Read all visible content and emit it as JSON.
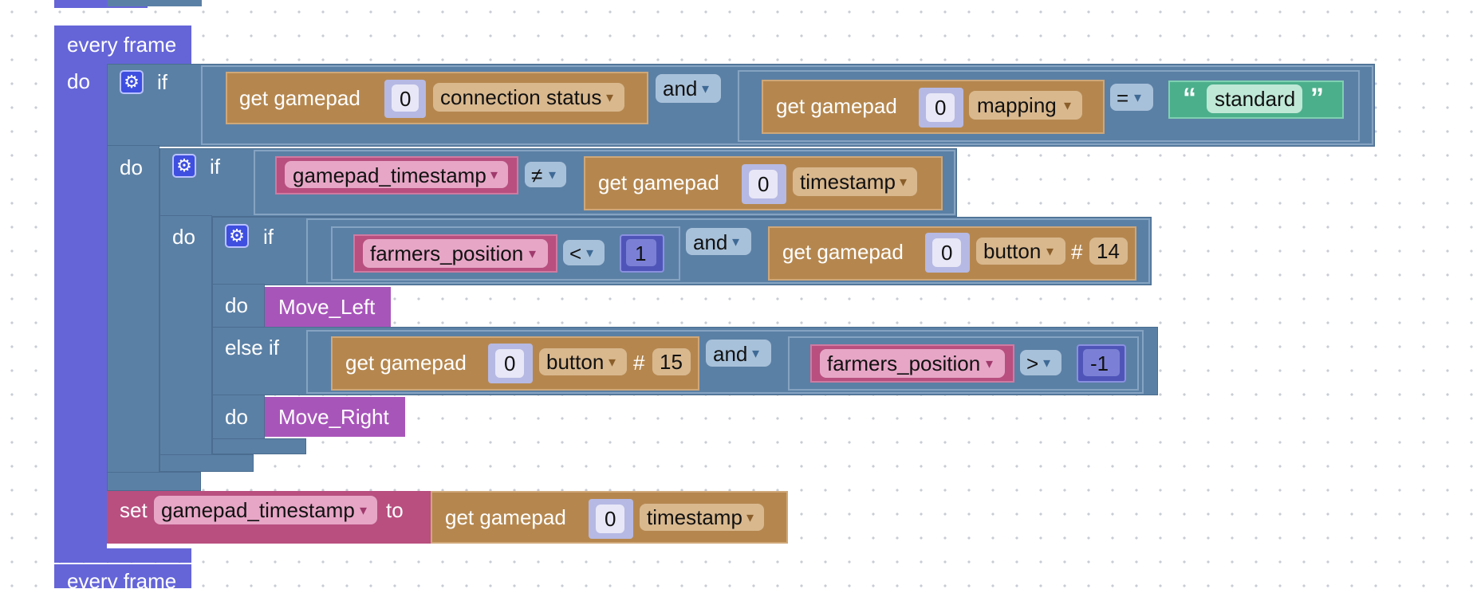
{
  "events": {
    "every_frame_label": "every frame",
    "do_label": "do"
  },
  "icons": {
    "gear": "⚙",
    "dropdown": "▾",
    "open_quote": "“",
    "close_quote": "”"
  },
  "if1": {
    "if_label": "if",
    "do_label": "do",
    "cond_a": {
      "block": "get gamepad",
      "index": "0",
      "prop": "connection status"
    },
    "op_and": "and",
    "cond_b": {
      "block": "get gamepad",
      "index": "0",
      "prop": "mapping"
    },
    "op_eq": "=",
    "string": "standard"
  },
  "if2": {
    "if_label": "if",
    "do_label": "do",
    "var": "gamepad_timestamp",
    "op_ne": "≠",
    "cond": {
      "block": "get gamepad",
      "index": "0",
      "prop": "timestamp"
    }
  },
  "if3": {
    "if_label": "if",
    "do_label": "do",
    "else_if_label": "else if",
    "cond_a": {
      "var": "farmers_position",
      "op": "<",
      "num": "1"
    },
    "op_and": "and",
    "cond_b": {
      "block": "get gamepad",
      "index": "0",
      "prop": "button",
      "hash": "#",
      "num": "14"
    },
    "do_proc": "Move_Left",
    "elif_a": {
      "block": "get gamepad",
      "index": "0",
      "prop": "button",
      "hash": "#",
      "num": "15"
    },
    "elif_op_and": "and",
    "elif_b": {
      "var": "farmers_position",
      "op": ">",
      "num": "-1"
    },
    "elif_do_label": "do",
    "elif_proc": "Move_Right"
  },
  "set_block": {
    "set_label": "set",
    "var": "gamepad_timestamp",
    "to_label": "to",
    "value": {
      "block": "get gamepad",
      "index": "0",
      "prop": "timestamp"
    }
  },
  "colors": {
    "event": "#6565d8",
    "control": "#5b80a5",
    "gamepad": "#b5874f",
    "variable": "#b84f7f",
    "procedure": "#a855ba",
    "text": "#4caf8c",
    "number": "#4f55b8"
  }
}
